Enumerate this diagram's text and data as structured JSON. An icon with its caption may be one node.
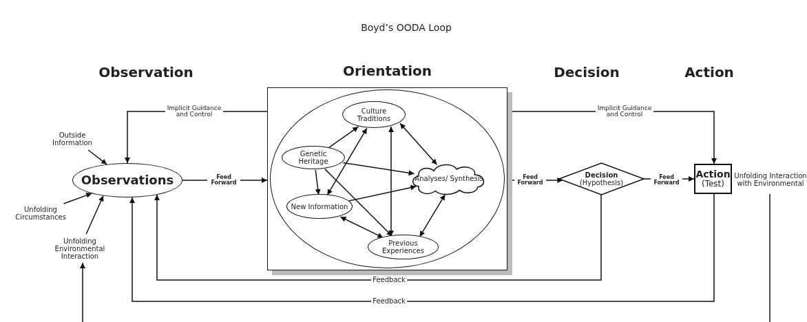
{
  "diagram": {
    "title": "Boyd’s OODA Loop",
    "nodes": [
      {
        "text": [
          "Orientation"
        ]
      },
      {
        "text": [],
        "shape": "circle",
        "in": 0
      },
      {
        "text": [
          "Culture Traditions"
        ],
        "in": 1
      },
      {
        "text": [
          "Genetic Heritage"
        ],
        "in": 1
      },
      {
        "text": [
          "Analyses/ Synthesis"
        ],
        "in": 1
      },
      {
        "text": [
          "New Information"
        ],
        "in": 1
      },
      {
        "text": [
          "Previous Experiences"
        ],
        "in": 1
      },
      {
        "text": [
          "Outside Information"
        ]
      },
      {
        "text": [
          "Observations"
        ]
      },
      {
        "text": [
          "Unfolding Circumstances"
        ]
      },
      {
        "text": [
          "Unfolding Environmental Interaction"
        ]
      },
      {
        "text": [
          "Decision",
          "(Hypothesis)"
        ]
      },
      {
        "text": [
          "Action",
          "(Test)"
        ]
      },
      {
        "text": [
          "Unfolding Interaction with Environmental"
        ]
      }
    ],
    "edges": [
      {
        "from": 7,
        "to": 8,
        "arrow": "to"
      },
      {
        "from": 0,
        "to": 8,
        "arrow": "to",
        "label": "Implicit Guidance and Control"
      },
      {
        "from": 9,
        "to": 8,
        "arrow": "to"
      },
      {
        "from": 10,
        "to": 8,
        "arrow": "to"
      },
      {
        "from": 8,
        "to": 0,
        "arrow": "to",
        "label": "Feed Forward"
      },
      {
        "from": 3,
        "to": 2,
        "arrow": "to"
      },
      {
        "from": 3,
        "to": 4,
        "arrow": "to"
      },
      {
        "from": 3,
        "to": 5,
        "arrow": "to"
      },
      {
        "from": 3,
        "to": 6,
        "arrow": "to"
      },
      {
        "from": 5,
        "to": 2,
        "arrow": "both"
      },
      {
        "from": 2,
        "to": 6,
        "arrow": "both"
      },
      {
        "from": 2,
        "to": 4,
        "arrow": "both"
      },
      {
        "from": 5,
        "to": 4,
        "arrow": "to"
      },
      {
        "from": 5,
        "to": 6,
        "arrow": "both"
      },
      {
        "from": 4,
        "to": 6,
        "arrow": "both"
      },
      {
        "from": 0,
        "to": 11,
        "arrow": "to",
        "label": "Feed Forward"
      },
      {
        "from": 0,
        "to": 12,
        "arrow": "to",
        "label": "Implicit Guidance and Control"
      },
      {
        "from": 11,
        "to": 12,
        "arrow": "to",
        "label": "Feed Forward"
      },
      {
        "from": 11,
        "to": 8,
        "arrow": "to",
        "label": "Feedback"
      },
      {
        "from": 12,
        "to": 8,
        "arrow": "to",
        "label": "Feedback"
      },
      {
        "from": null,
        "to": 10,
        "arrow": "to"
      },
      {
        "from": 13,
        "to": null,
        "arrow": "none"
      }
    ],
    "labels": [
      "Observation",
      "Decision",
      "Action"
    ]
  }
}
